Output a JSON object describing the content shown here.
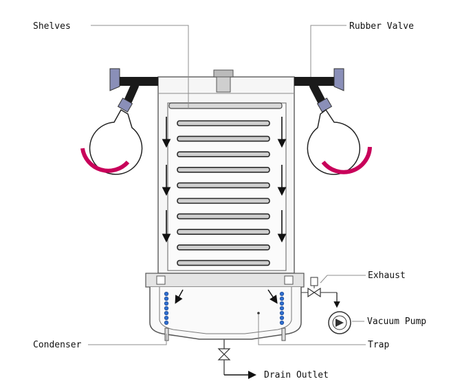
{
  "labels": {
    "shelves": "Shelves",
    "rubber_valve": "Rubber Valve",
    "exhaust": "Exhaust",
    "vacuum_pump": "Vacuum Pump",
    "condenser": "Condenser",
    "trap": "Trap",
    "drain_outlet": "Drain Outlet"
  },
  "colors": {
    "flask_base": "#c8005a",
    "valve_arm": "#1a1a1a",
    "coil_dot": "#2f6fd0",
    "chamber_fill": "#f4f4f4",
    "shelf": "#2a2a2a"
  },
  "shelf_count": 10
}
